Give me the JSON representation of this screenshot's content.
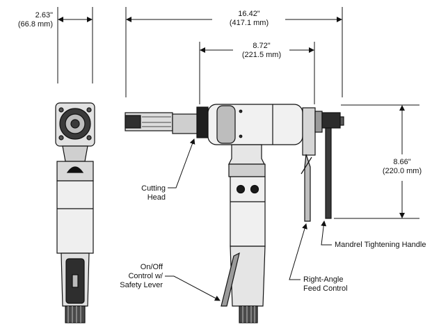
{
  "dimensions": {
    "width_overall": {
      "inches": "2.63\"",
      "mm": "(66.8 mm)"
    },
    "length_overall": {
      "inches": "16.42\"",
      "mm": "(417.1 mm)"
    },
    "length_body": {
      "inches": "8.72\"",
      "mm": "(221.5 mm)"
    },
    "height": {
      "inches": "8.66\"",
      "mm": "(220.0 mm)"
    }
  },
  "callouts": {
    "cutting_head": [
      "Cutting",
      "Head"
    ],
    "onoff": [
      "On/Off",
      "Control w/",
      "Safety Lever"
    ],
    "right_angle": [
      "Right-Angle",
      "Feed Control"
    ],
    "mandrel": "Mandrel Tightening Handle"
  },
  "colors": {
    "ink": "#111111",
    "dark": "#3a3a3a",
    "mid": "#8a8a8a",
    "light": "#d4d4d4",
    "paper": "#ffffff"
  }
}
